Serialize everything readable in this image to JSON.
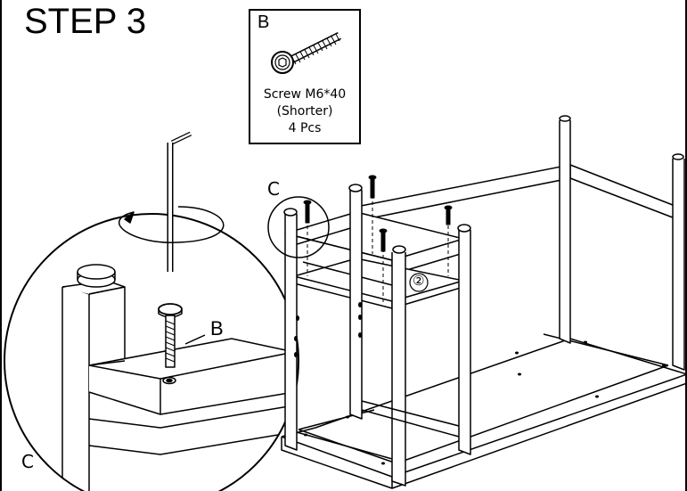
{
  "step": {
    "title": "STEP 3"
  },
  "part": {
    "id": "B",
    "name": "Screw M6*40",
    "note": "(Shorter)",
    "qty": "4 Pcs"
  },
  "callouts": {
    "detail_top": "C",
    "detail_bottom": "C",
    "screw": "B",
    "step_number": "②"
  },
  "icons": [
    "hex-key-icon",
    "rotate-arrow-icon",
    "screw-icon"
  ]
}
